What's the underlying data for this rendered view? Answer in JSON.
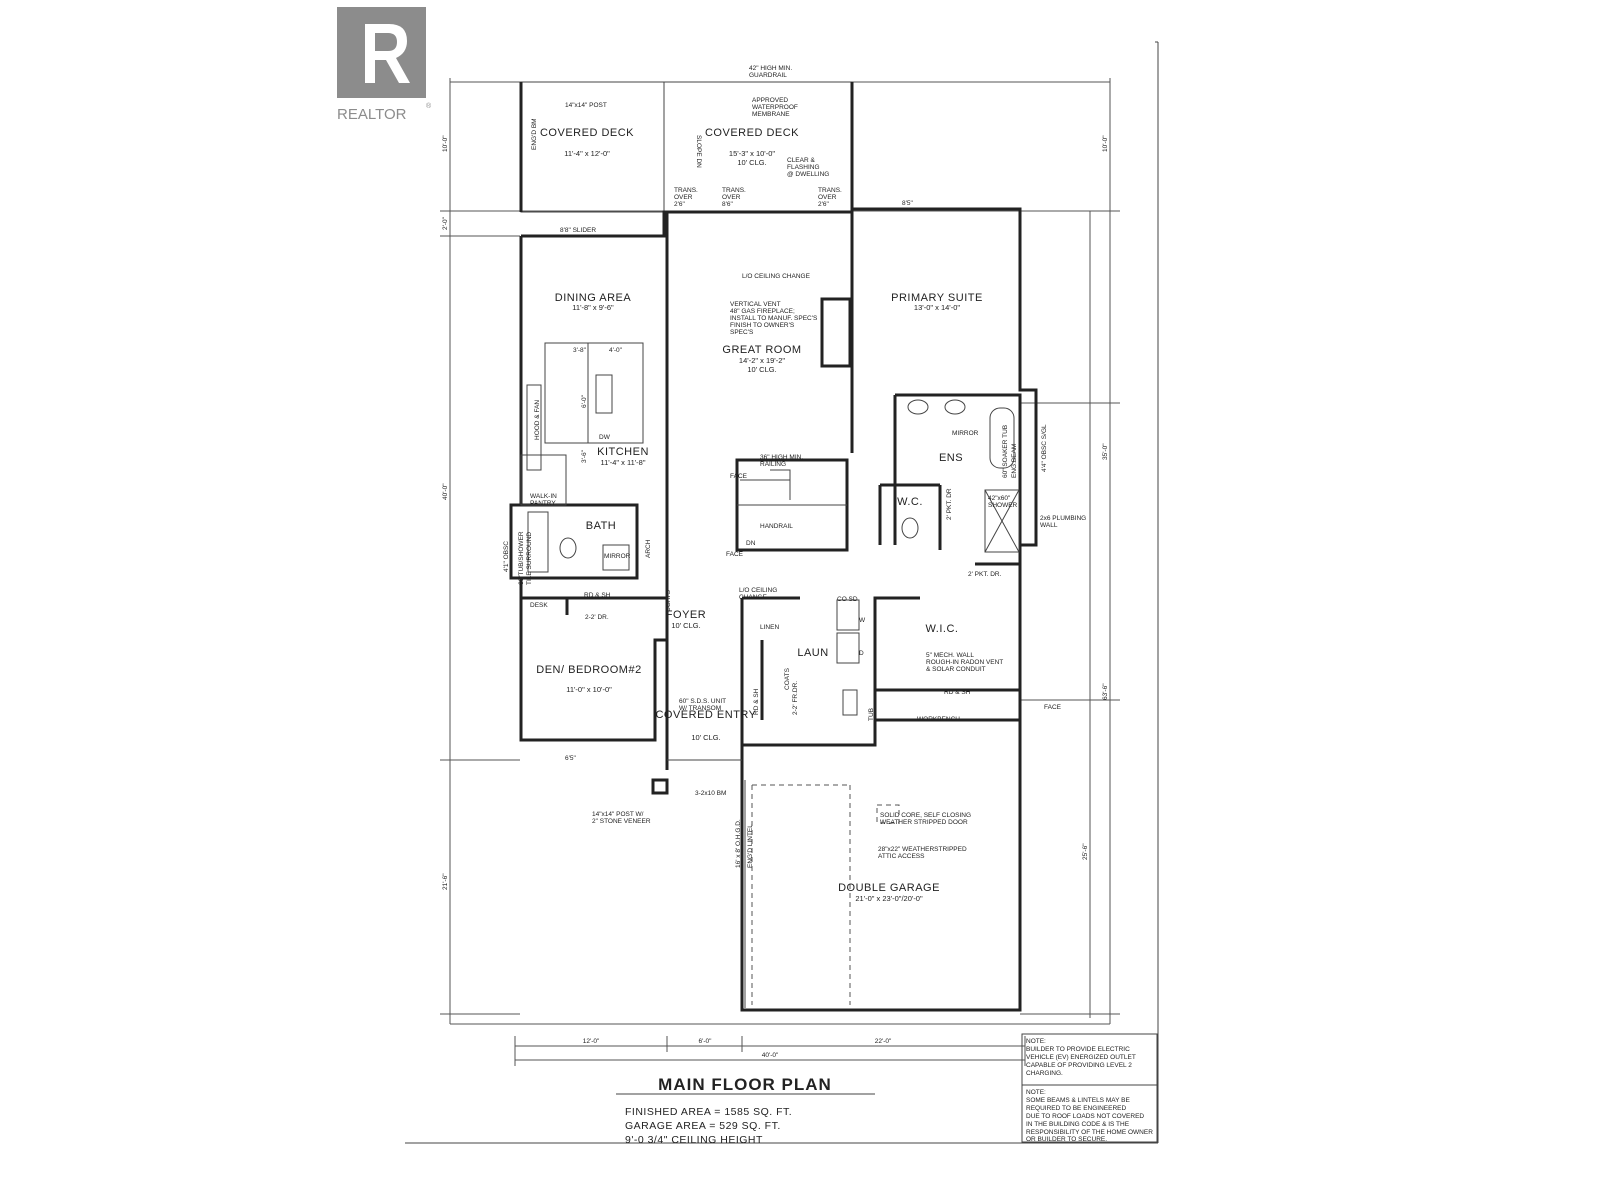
{
  "logo": {
    "text": "REALTOR",
    "reg": "®",
    "icon": "realtor-r-icon",
    "color": "#8c8c8c"
  },
  "title": "MAIN FLOOR PLAN",
  "areas": {
    "finished": "FINISHED AREA = 1585 SQ. FT.",
    "garage": "GARAGE AREA = 529 SQ. FT.",
    "ceiling": "9'-0 3/4\" CEILING HEIGHT"
  },
  "notes": [
    {
      "head": "NOTE:",
      "lines": [
        "BUILDER TO PROVIDE ELECTRIC",
        "VEHICLE (EV) ENERGIZED OUTLET",
        "CAPABLE OF PROVIDING LEVEL 2",
        "CHARGING."
      ]
    },
    {
      "head": "NOTE:",
      "lines": [
        "SOME BEAMS & LINTELS MAY BE",
        "REQUIRED TO BE ENGINEERED",
        "DUE TO ROOF LOADS NOT COVERED",
        "IN THE BUILDING CODE & IS THE",
        "RESPONSIBILITY OF THE HOME OWNER",
        "OR BUILDER TO SECURE."
      ]
    }
  ],
  "rooms": {
    "covered_deck_1": {
      "name": "COVERED DECK",
      "size": "11'-4\" x 12'-0\""
    },
    "covered_deck_2": {
      "name": "COVERED DECK",
      "size": "15'-3\" x 10'-0\"",
      "ceiling": "10' CLG."
    },
    "dining": {
      "name": "DINING AREA",
      "size": "11'-8\" x 9'-6\""
    },
    "great_room": {
      "name": "GREAT ROOM",
      "size": "14'-2\" x 19'-2\"",
      "ceiling": "10' CLG."
    },
    "primary": {
      "name": "PRIMARY SUITE",
      "size": "13'-0\" x 14'-0\""
    },
    "kitchen": {
      "name": "KITCHEN",
      "size": "11'-4\" x 11'-8\""
    },
    "ens": {
      "name": "ENS"
    },
    "wc": {
      "name": "W.C."
    },
    "bath": {
      "name": "BATH"
    },
    "foyer": {
      "name": "FOYER",
      "ceiling": "10' CLG."
    },
    "den": {
      "name": "DEN/ BEDROOM#2",
      "size": "11'-0\" x 10'-0\""
    },
    "laun": {
      "name": "LAUN"
    },
    "wic": {
      "name": "W.I.C."
    },
    "covered_entry": {
      "name": "COVERED ENTRY",
      "ceiling": "10' CLG."
    },
    "garage": {
      "name": "DOUBLE GARAGE",
      "size": "21'-0\" x 23'-0\"/20'-0\""
    }
  },
  "annotations": {
    "guardrail": [
      "42\" HIGH MIN.",
      "GUARDRAIL"
    ],
    "post_top": "14\"x14\" POST",
    "membrane": [
      "APPROVED",
      "WATERPROOF",
      "MEMBRANE"
    ],
    "slope": "SLOPE DN",
    "flashing": [
      "CLEAR &",
      "FLASHING",
      "@ DWELLING"
    ],
    "trans_1": [
      "TRANS.",
      "OVER",
      "2'6\""
    ],
    "trans_2": [
      "TRANS.",
      "OVER",
      "8'6\""
    ],
    "trans_3": [
      "TRANS.",
      "OVER",
      "2'6\""
    ],
    "slider": "8'8\" SLIDER",
    "top_door": "8'5\"",
    "ceiling_change": "L/O CEILING CHANGE",
    "fireplace": [
      "VERTICAL VENT",
      "48\" GAS FIREPLACE;",
      "INSTALL TO MANUF. SPEC'S",
      "FINISH TO OWNER'S",
      "SPEC'S"
    ],
    "railing": [
      "36\" HIGH MIN.",
      "RAILING"
    ],
    "face_1": "FACE",
    "face_2": "FACE",
    "handrail": "HANDRAIL",
    "dn": "DN",
    "island_dims": [
      "3'-8\"",
      "4'-0\"",
      "6'-0\"",
      "3'-6\""
    ],
    "hood": "HOOD & FAN",
    "dw": "DW",
    "pantry": [
      "WALK-IN",
      "PANTRY"
    ],
    "mirror_ens": "MIRROR",
    "soaker": "60\" SOAKER TUB",
    "eng_beam": "ENG.BEAM",
    "obsc_1": "4'4\" OBSC S/GL",
    "shower": [
      "42\"x60\"",
      "SHOWER"
    ],
    "plumbing": [
      "2x6 PLUMBING",
      "WALL"
    ],
    "pkt_1": "2' PKT. DR",
    "pkt_2": "2' PKT. DR.",
    "tub_surround": [
      "60\"TUB/SHOWER",
      "TILE SURROUND"
    ],
    "obsc_2": "4'1\" OBSC",
    "mirror_bath": "MIRROR",
    "arch": "ARCH",
    "rd_sh_1": "RD & SH",
    "coats_1": "COATS",
    "desk": "DESK",
    "dr_1": "2-2' DR.",
    "ceiling_change_2": [
      "L/O CEILING",
      "CHANGE"
    ],
    "co_sd": "CO   SD",
    "linen": "LINEN",
    "washer": "W",
    "dryer": "D",
    "sink": "TUB",
    "mech": [
      "5\" MECH. WALL",
      "ROUGH-IN RADON VENT",
      "& SOLAR CONDUIT"
    ],
    "rd_sh_2": "RD & SH",
    "sds": [
      "60\" S.D.S. UNIT",
      "W/ TRANSOM"
    ],
    "coats_2": "COATS",
    "rd_sh_3": "RD & SH",
    "dr_2": "2-2' FR.DR.",
    "workbench": "WORKBENCH",
    "face_3": "FACE",
    "door_solid": [
      "SOLID CORE, SELF CLOSING",
      "WEATHER STRIPPED DOOR"
    ],
    "beam": "3-2x10 BM",
    "post_bottom": [
      "14\"x14\" POST W/",
      "2\" STONE VENEER"
    ],
    "ohgd": "16' x 8' O.H.G.D.",
    "lintel": "ENG'D LINTEL",
    "attic": [
      "28\"x22\" WEATHERSTRIPPED",
      "ATTIC ACCESS"
    ],
    "bottom_door": "6'5\"",
    "engd_bm": "ENG'D BM"
  },
  "dimensions": {
    "top_left": "10'-0\"",
    "top_right": "10'-0\"",
    "left_2": "2'-0\"",
    "left_40": "40'-0\"",
    "left_21": "21'-6\"",
    "right_35": "35'-0\"",
    "right_63": "63'-6\"",
    "right_25": "25'-6\"",
    "bottom_12": "12'-0\"",
    "bottom_6": "6'-0\"",
    "bottom_22": "22'-0\"",
    "bottom_40": "40'-0\""
  }
}
